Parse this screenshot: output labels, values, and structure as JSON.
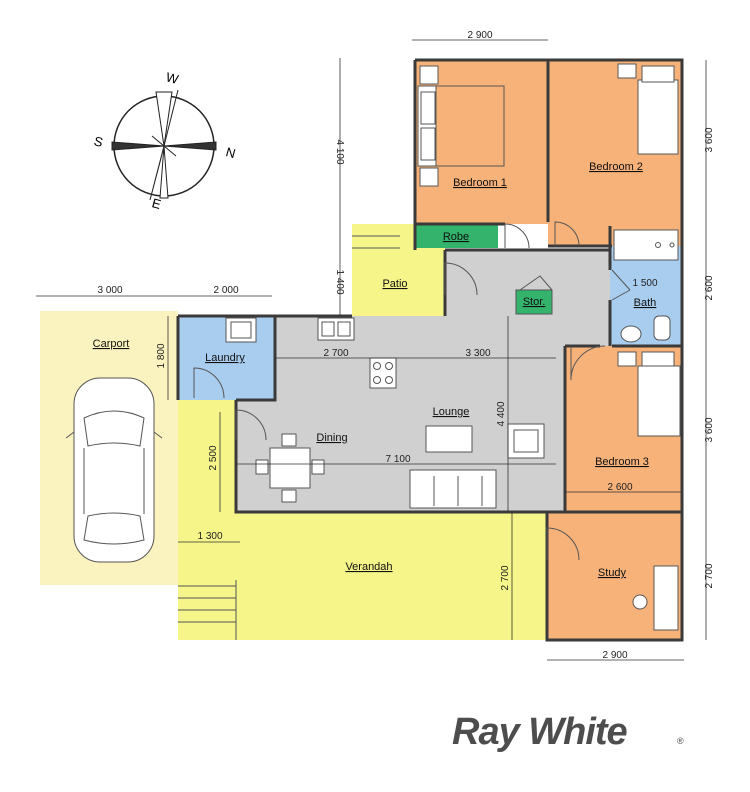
{
  "rooms": {
    "bedroom1": "Bedroom 1",
    "bedroom2": "Bedroom 2",
    "robe": "Robe",
    "patio": "Patio",
    "stor": "Stor.",
    "bath": "Bath",
    "carport": "Carport",
    "laundry": "Laundry",
    "lounge": "Lounge",
    "dining": "Dining",
    "bedroom3": "Bedroom 3",
    "study": "Study",
    "verandah": "Verandah"
  },
  "dimensions": {
    "top_width": "2 900",
    "bed_left_height": "4 100",
    "bed2_height": "3 600",
    "carport_width": "3 000",
    "laundry_width": "2 000",
    "patio_height": "1 400",
    "bath_height": "2 600",
    "bath_width": "1 500",
    "carport_height": "1 800",
    "kitchen_width": "2 700",
    "lounge_width": "3 300",
    "lounge_height": "4 400",
    "bed3_height": "3 600",
    "dining_height": "2 500",
    "house_width": "7 100",
    "bed3_width": "2 600",
    "verandah_step": "1 300",
    "verandah_height": "2 700",
    "study_height": "2 700",
    "bottom_width": "2 900"
  },
  "compass": {
    "n": "N",
    "s": "S",
    "e": "E",
    "w": "W"
  },
  "logo": {
    "text": "Ray White",
    "mark": "®"
  },
  "colors": {
    "bedroom": "#f7b27a",
    "wet_area": "#a9cdef",
    "living": "#d0d0d0",
    "outdoor": "#f5f58a",
    "carport": "#fbf3bf",
    "robe": "#33b36b",
    "compass_needle": "#d8f03a",
    "logo": "#4d4d4d"
  }
}
